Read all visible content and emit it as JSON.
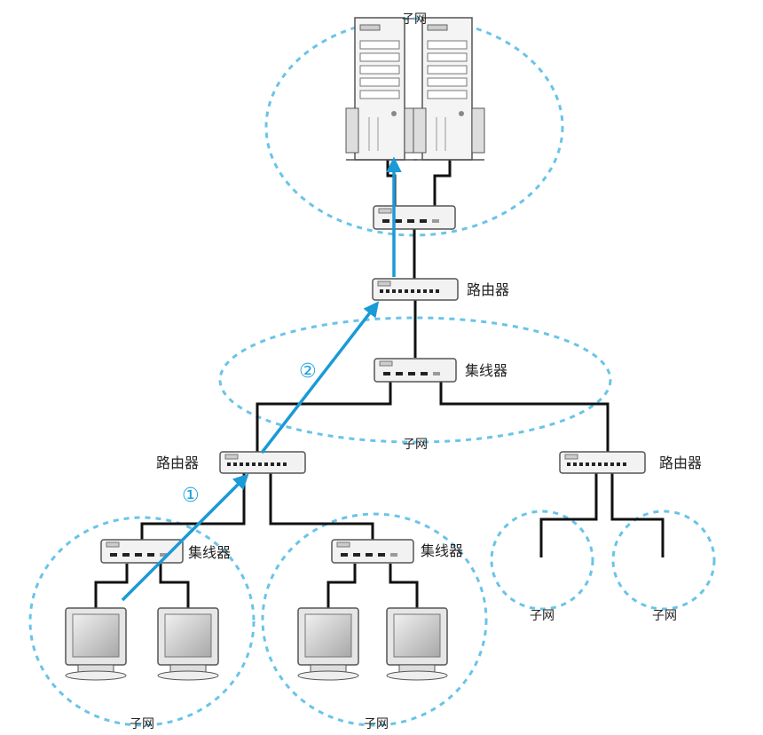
{
  "labels": {
    "subnet": "子网",
    "router": "路由器",
    "hub": "集线器",
    "step1": "①",
    "step2": "②"
  },
  "colors": {
    "subnet_outline": "#69c4e8",
    "path_arrow": "#1a9ad6",
    "wire": "#111111"
  },
  "icons": [
    "server-icon",
    "hub-icon",
    "router-icon",
    "monitor-icon"
  ]
}
